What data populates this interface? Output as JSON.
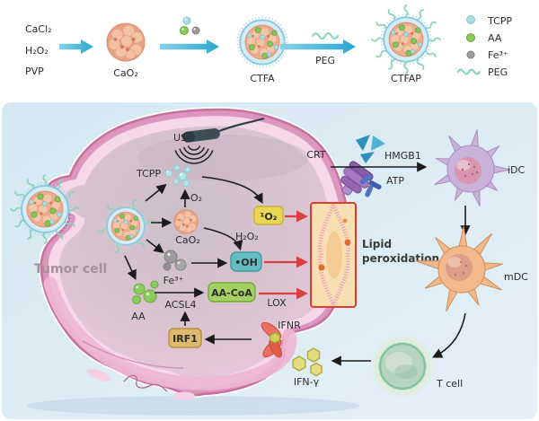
{
  "synthesis": {
    "reagents": [
      "CaCl₂",
      "H₂O₂",
      "PVP"
    ],
    "cao2_label": "CaO₂",
    "ctfa_label": "CTFA",
    "peg_arrow_label": "PEG",
    "ctfap_label": "CTFAP",
    "legend": {
      "tcpp": "TCPP",
      "aa": "AA",
      "fe": "Fe³⁺",
      "peg": "PEG"
    }
  },
  "tumor": {
    "cell_label": "Tumor cell",
    "us_label": "US",
    "tcpp_label": "TCPP",
    "o2_label": "O₂",
    "cao2_label": "CaO₂",
    "h2o2_label": "H₂O₂",
    "fe_label": "Fe³⁺",
    "aa_label": "AA",
    "acsl4_label": "ACSL4",
    "aacoa_label": "AA-CoA",
    "singlet_o2_label": "¹O₂",
    "oh_label": "•OH",
    "lox_label": "LOX",
    "irf1_label": "IRF1",
    "lipid_perox_line1": "Lipid",
    "lipid_perox_line2": "peroxidation",
    "crt_label": "CRT",
    "ifnr_label": "IFNR",
    "ifng_label": "IFN-γ"
  },
  "immune": {
    "hmgb1_label": "HMGB1",
    "atp_label": "ATP",
    "idc_label": "iDC",
    "mdc_label": "mDC",
    "tcell_label": "T cell"
  },
  "colors": {
    "panel_bg": "#d8e9f2",
    "teal_arrow": "#41b6d9",
    "red_arrow": "#d84040",
    "cell_membrane_pink": "#dc96bf",
    "cell_interior": "#d2c2cc",
    "singlet_o2_box": "#e8d654",
    "oh_box": "#66bcc1",
    "aacoa_box": "#a3cf63",
    "irf1_box": "#dcbb70",
    "lipid_box_fill": "#f8dfb2",
    "lipid_box_border": "#e23b2e",
    "nanoparticle_shell": "#d3ecf5",
    "cao2_core": "#e9a184",
    "aa_green": "#85c55b",
    "tcpp_teal": "#aadce4",
    "fe_gray": "#9c9c9c",
    "peg_green": "#8fd2b7",
    "hmgb1_blue": "#2e8fbc",
    "atp_blue": "#4a66b4",
    "crt_purple": "#a678c2",
    "ifnr_red": "#eb7260",
    "ifng_yellow": "#e4dd82",
    "idc_purple": "#c9b3d9",
    "mdc_orange": "#f2ba8c",
    "tcell_green": "#b6d5bd"
  }
}
